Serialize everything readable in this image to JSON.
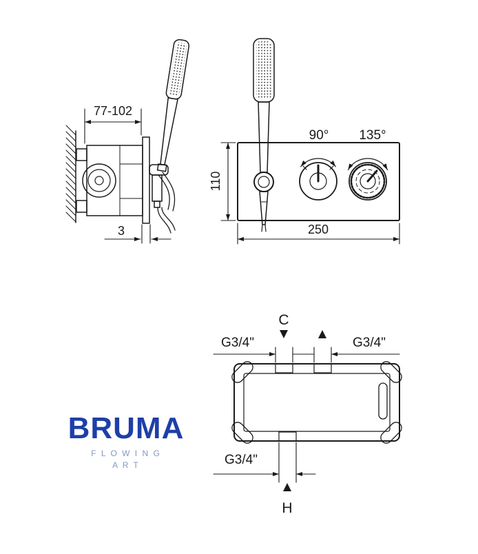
{
  "brand": {
    "name": "BRUMA",
    "tagline_line1": "F L O W I N G",
    "tagline_line2": "A R T",
    "color": "#1e3fa8",
    "tagline_color": "#8596c5"
  },
  "side_view": {
    "width_range": "77-102",
    "plate_thickness": "3"
  },
  "front_view": {
    "height": "110",
    "width": "250",
    "left_knob_angle": "90°",
    "right_knob_angle": "135°"
  },
  "installation_view": {
    "cold_label": "C",
    "hot_label": "H",
    "inlet_left_label": "G3/4\"",
    "inlet_right_label": "G3/4\"",
    "outlet_bottom_label": "G3/4\""
  },
  "colors": {
    "line": "#1a1a1a",
    "background": "#ffffff"
  }
}
